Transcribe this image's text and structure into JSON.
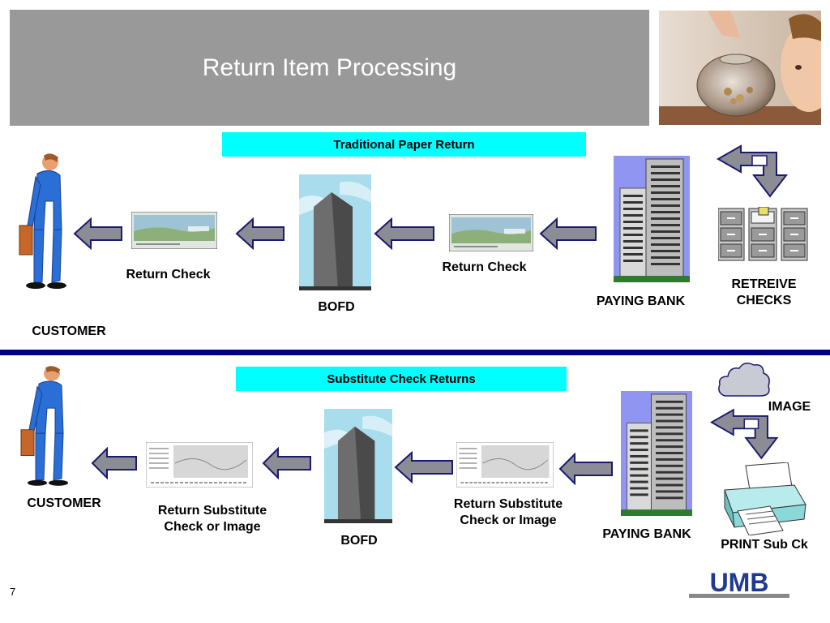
{
  "slide": {
    "title": "Return Item Processing",
    "page_number": "7",
    "logo_text": "UMB"
  },
  "traditional": {
    "heading": "Traditional Paper Return",
    "labels": {
      "customer": "CUSTOMER",
      "return_check_left": "Return Check",
      "bofd": "BOFD",
      "return_check_right": "Return Check",
      "paying_bank": "PAYING BANK",
      "retrieve_line1": "RETREIVE",
      "retrieve_line2": "CHECKS"
    }
  },
  "substitute": {
    "heading": "Substitute Check Returns",
    "labels": {
      "customer": "CUSTOMER",
      "return_sub_left_line1": "Return Substitute",
      "return_sub_left_line2": "Check or Image",
      "bofd": "BOFD",
      "return_sub_right_line1": "Return Substitute",
      "return_sub_right_line2": "Check or Image",
      "paying_bank": "PAYING BANK",
      "image": "IMAGE",
      "print": "PRINT Sub Ck"
    }
  },
  "colors": {
    "title_bar": "#999999",
    "banner": "#00ffff",
    "divider": "#000080",
    "arrow_fill": "#8c8c94",
    "arrow_stroke": "#1a1a6e",
    "logo": "#1f3a93"
  },
  "icons": [
    "person-icon",
    "check-image-icon",
    "building-icon",
    "file-cabinet-icon",
    "cycle-arrow-icon",
    "cloud-icon",
    "printer-icon",
    "piggy-bank-photo"
  ]
}
